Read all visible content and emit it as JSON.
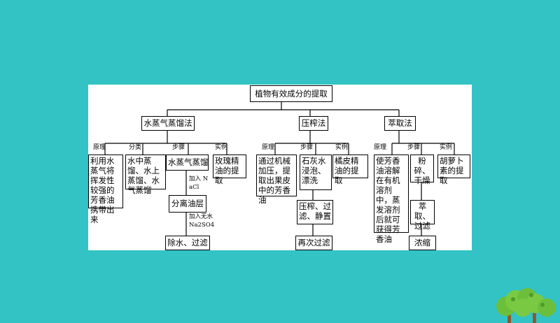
{
  "title": "植物有效成分的提取",
  "methods": [
    {
      "name": "水蒸气蒸馏法",
      "labels": [
        "原理",
        "分类",
        "步骤",
        "实例"
      ],
      "principle": "利用水蒸气将挥发性较强的芳香油携带出来",
      "classification": "水中蒸馏、水上蒸馏、水气蒸馏",
      "steps": [
        "水蒸气蒸馏",
        "分离油层",
        "除水、过滤"
      ],
      "step_notes": [
        "加入 NaCl",
        "加入无水 Na2SO4"
      ],
      "example": "玫瑰精油的提取"
    },
    {
      "name": "压榨法",
      "labels": [
        "原理",
        "步骤",
        "实例"
      ],
      "principle": "通过机械加压，提取出果皮中的芳香油",
      "steps": [
        "石灰水浸泡、漂洗",
        "压榨、过滤、静置",
        "再次过滤"
      ],
      "example": "橘皮精油的提取"
    },
    {
      "name": "萃取法",
      "labels": [
        "原理",
        "步骤",
        "实例"
      ],
      "principle": "使芳香油溶解在有机溶剂中，蒸发溶剂后就可获得芳香油",
      "steps": [
        "粉碎、干燥",
        "萃取、过滤",
        "浓缩"
      ],
      "example": "胡萝卜素的提取"
    }
  ],
  "colors": {
    "background": "#33c3c5",
    "panel": "#ffffff",
    "tree_foliage": "#7ac943",
    "tree_trunk": "#8b5a2b"
  }
}
